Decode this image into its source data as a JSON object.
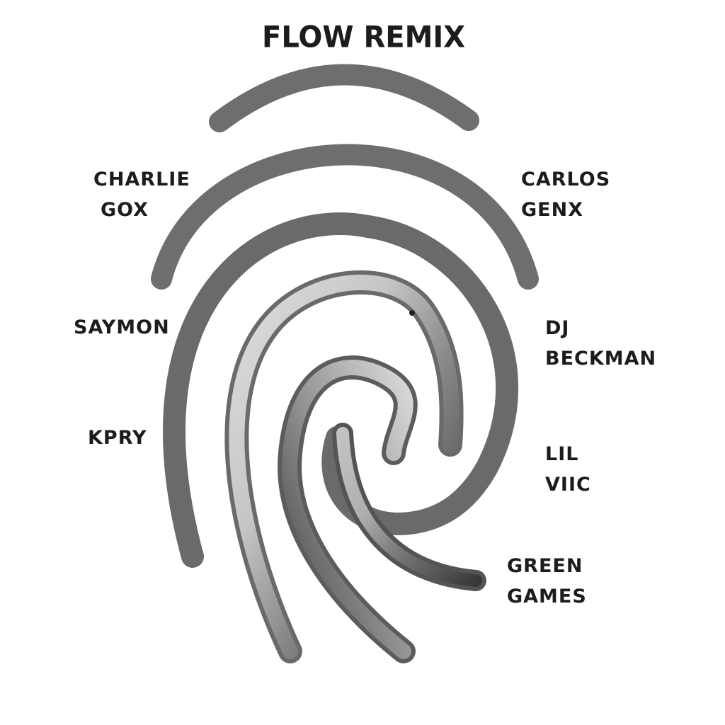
{
  "title": "FLOW REMIX",
  "artists": {
    "charlie": [
      "CHARLIE",
      "GOX"
    ],
    "carlos": [
      "CARLOS",
      "GENX"
    ],
    "saymon": [
      "SAYMON"
    ],
    "beckman": [
      "DJ",
      "BECKMAN"
    ],
    "kpry": [
      "KPRY"
    ],
    "lil": [
      "LIL",
      "VIIC"
    ],
    "green": [
      "GREEN",
      "GAMES"
    ]
  },
  "colors": {
    "background": "#ffffff",
    "ridge": "#6e6e6e",
    "text": "#1c1c1c"
  },
  "icon": "fingerprint-icon"
}
